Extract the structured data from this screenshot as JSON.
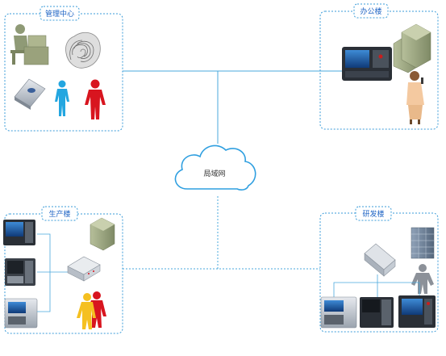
{
  "network": {
    "center_label": "局域网"
  },
  "sites": {
    "top_left": {
      "title": "管理中心"
    },
    "top_right": {
      "title": "办公楼"
    },
    "bottom_left": {
      "title": "生产楼"
    },
    "bottom_right": {
      "title": "研发楼"
    }
  },
  "colors": {
    "frame": "#3a9bd8",
    "link": "#4aa8dc",
    "cloud": "#2f9fe0",
    "title": "#1d63c4",
    "person_blue": "#23a6e0",
    "person_red": "#d8151f",
    "person_yellow": "#f5c020",
    "building": "#8f9a76"
  },
  "icons": [
    "admin-workstation-icon",
    "fingerprint-icon",
    "card-reader-icon",
    "person-blue-icon",
    "person-red-icon",
    "building-icon",
    "attendance-terminal-icon",
    "network-switch-icon",
    "tower-building-icon",
    "worker-icon",
    "presenter-icon",
    "person-yellow-icon"
  ]
}
